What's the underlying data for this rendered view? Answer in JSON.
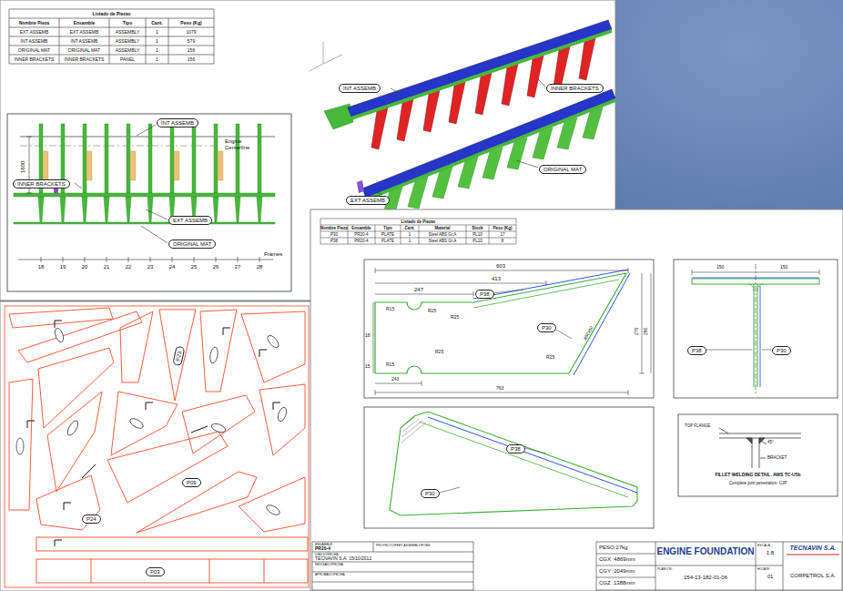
{
  "diagram": {
    "nodes": [
      {
        "text": [
          "INT ASSEMB"
        ]
      },
      {
        "text": [
          "INNER BRACKETS"
        ]
      },
      {
        "text": [
          "ORIGINAL MAT"
        ]
      },
      {
        "text": [
          "EXT ASSEMB"
        ]
      },
      {
        "text": [
          "INT ASSEMB"
        ]
      },
      {
        "text": [
          "INNER BRACKETS"
        ]
      },
      {
        "text": [
          "EXT ASSEMB"
        ]
      },
      {
        "text": [
          "ORIGINAL MAT"
        ]
      },
      {
        "text": [
          "P23"
        ]
      },
      {
        "text": [
          "P09"
        ]
      },
      {
        "text": [
          "P24"
        ]
      },
      {
        "text": [
          "P03"
        ]
      },
      {
        "text": [
          "P38"
        ]
      },
      {
        "text": [
          "P30"
        ]
      },
      {
        "text": [
          "P38"
        ]
      },
      {
        "text": [
          "P30"
        ]
      },
      {
        "text": [
          "P38"
        ]
      },
      {
        "text": [
          "P30"
        ]
      }
    ],
    "labels": [
      "Listado de Piezas",
      "Nombre Pieza",
      "Ensamble",
      "Tipo",
      "Cant.",
      "Peso (Kg)",
      "EXT ASSEMB",
      "EXT ASSEMB",
      "ASSEMBLY",
      "1",
      "1079",
      "INT ASSEMB",
      "INT ASSEMB",
      "ASSEMBLY",
      "1",
      "579",
      "ORIGINAL MAT",
      "ORIGINAL MAT",
      "ASSEMBLY",
      "1",
      "156",
      "INNER BRACKETS",
      "INNER BRACKETS",
      "PANEL",
      "1",
      "156",
      "1800",
      "Engine Centerline",
      "Frames",
      "18",
      "19",
      "20",
      "21",
      "22",
      "23",
      "24",
      "25",
      "26",
      "27",
      "28",
      "Listado de Piezas",
      "Nombre Pieza",
      "Ensamble",
      "Tipo",
      "Cant.",
      "Material",
      "Stock",
      "Peso (Kg)",
      "P30",
      "PR20-4",
      "PLATE",
      "1",
      "Steel ABS Gr.A",
      "PL10",
      "17",
      "P38",
      "PR20-4",
      "PLATE",
      "1",
      "Steel ABS Gr.A",
      "PL10",
      "8",
      "603",
      "413",
      "247",
      "R15",
      "R25",
      "R25",
      "R25",
      "R15",
      "R25",
      "A50x50",
      "275",
      "290",
      "16",
      "15",
      "243",
      "763",
      "150",
      "150",
      "TOP FLANGE",
      "BRACKET",
      "45°",
      "FILLET WELDING DETAIL. AWS TC-U5b",
      "Complete joint penetration: CJP",
      "ENSAMBLE",
      "PR20-4",
      "PROYECTO/FEET ASSEMBLY/FOM4",
      "DIBUJO/FECHA",
      "TECNAVIN S.A. 15/10/2012",
      "REVISADO/FECHA",
      "APROBADO/FECHA",
      "PESO:27kg",
      "CGX :4869mm",
      "CGY :2049mm",
      "CGZ :1388mm",
      "ENGINE FOUNDATION",
      "PLANO Nº",
      "154-13-182-01-06",
      "ESCALA",
      "1:8",
      "HOJA Nº",
      "01",
      "TECNAVIN S.A.",
      "CORPETROL S.A."
    ]
  }
}
